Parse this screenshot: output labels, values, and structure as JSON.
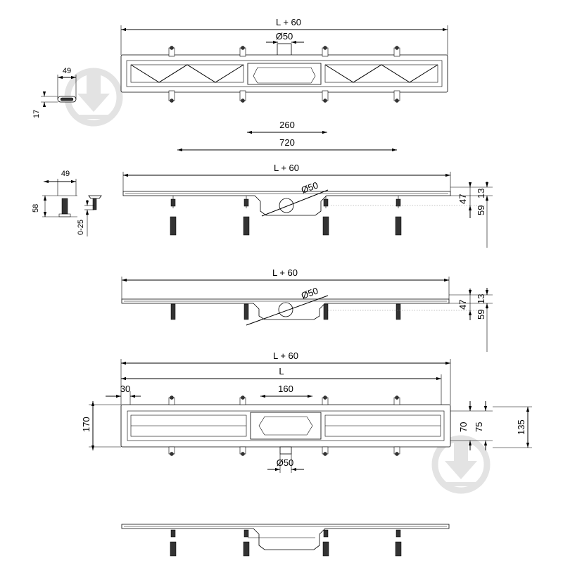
{
  "top_view": {
    "dim_total": "L + 60",
    "dim_outlet": "Ø50",
    "dim_260": "260",
    "dim_720": "720"
  },
  "small_part_top": {
    "dim_width": "49",
    "dim_height": "17"
  },
  "side_view_1": {
    "dim_total": "L + 60",
    "dim_outlet": "Ø50",
    "dim_47": "47",
    "dim_13": "13",
    "dim_59": "59"
  },
  "small_part_side": {
    "dim_width": "49",
    "dim_height": "58",
    "dim_adjust": "0-25"
  },
  "side_view_2": {
    "dim_total": "L + 60",
    "dim_outlet": "Ø50",
    "dim_47": "47",
    "dim_13": "13",
    "dim_59": "59"
  },
  "plan_view": {
    "dim_total": "L + 60",
    "dim_L": "L",
    "dim_30": "30",
    "dim_160": "160",
    "dim_170": "170",
    "dim_70": "70",
    "dim_75": "75",
    "dim_135": "135",
    "dim_outlet": "Ø50"
  },
  "watermark_icon": "download-arrow-icon"
}
